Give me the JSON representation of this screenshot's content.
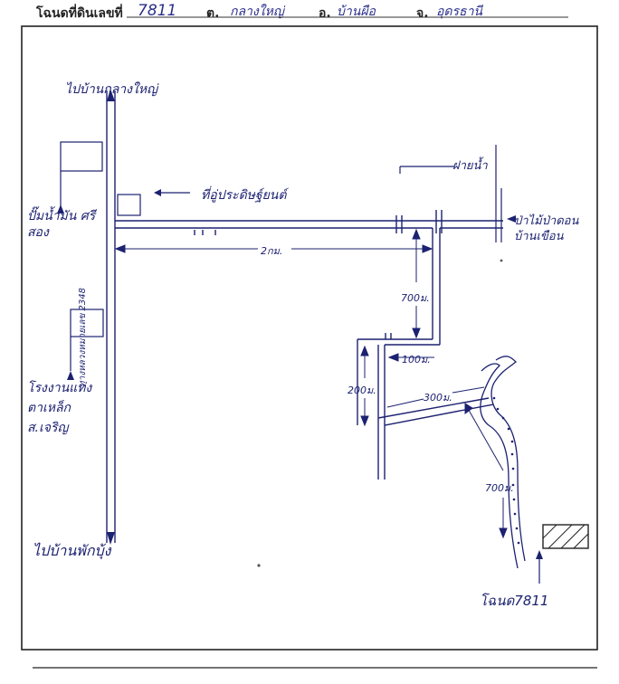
{
  "header": {
    "deed_label": "โฉนดที่ดินเลขที่",
    "deed_no": "7811",
    "tambon_label": "ต.",
    "tambon": "กลางใหญ่",
    "amphoe_label": "อ.",
    "amphoe": "บ้านผือ",
    "changwat_label": "จ.",
    "changwat": "อุดรธานี"
  },
  "labels": {
    "to_top": "ไปบ้านกลางใหญ่",
    "to_bottom": "ไปบ้านพักบุ้ง",
    "road_name": "ทางหลวงหมายเลข 2348",
    "gas_station": "ปั๊มน้ำมัน ศรีสอง",
    "garage": "ที่อู่ประดิษฐ์ยนต์",
    "factory": "โรงงานแท่ง ตาเหล็ก ส.เจริญ",
    "dam": "ฝายน้ำ",
    "forest": "ป่าไม้ป่าดอน บ้านเขือน",
    "dist_2km": "2กม.",
    "dist_700a": "700ม.",
    "dist_100": "100ม.",
    "dist_200": "200ม.",
    "dist_300": "300ม.",
    "dist_700b": "700ม.",
    "target": "โฉนด7811"
  }
}
